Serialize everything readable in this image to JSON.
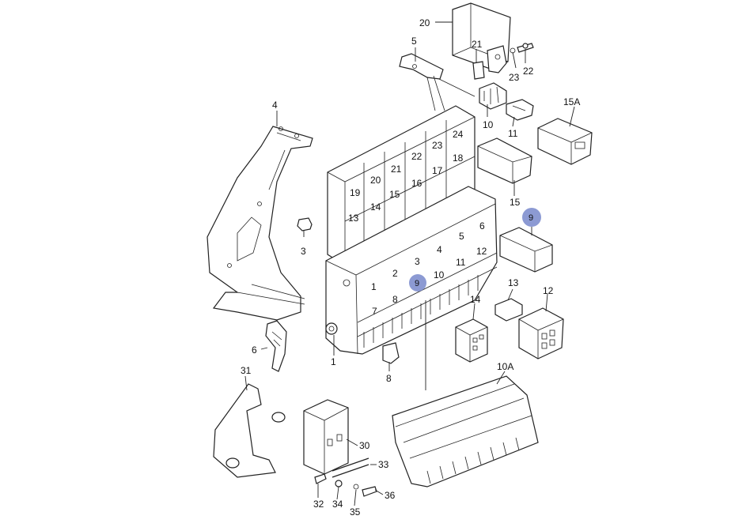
{
  "callouts": {
    "c1": "1",
    "c3": "3",
    "c4": "4",
    "c5": "5",
    "c6": "6",
    "c8": "8",
    "c9": "9",
    "c10": "10",
    "c10a": "10A",
    "c11": "11",
    "c12": "12",
    "c13": "13",
    "c14": "14",
    "c15": "15",
    "c15a": "15A",
    "c20": "20",
    "c21": "21",
    "c22": "22",
    "c23": "23",
    "c30": "30",
    "c31": "31",
    "c32": "32",
    "c33": "33",
    "c34": "34",
    "c35": "35",
    "c36": "36"
  },
  "slot_labels": {
    "s1": "1",
    "s2": "2",
    "s3": "3",
    "s4": "4",
    "s5": "5",
    "s6": "6",
    "s7": "7",
    "s8": "8",
    "s9": "9",
    "s10": "10",
    "s11": "11",
    "s12": "12",
    "s13": "13",
    "s14": "14",
    "s15": "15",
    "s16": "16",
    "s17": "17",
    "s18": "18",
    "s19": "19",
    "s20": "20",
    "s21": "21",
    "s22": "22",
    "s23": "23",
    "s24": "24"
  },
  "highlight": {
    "color": "#7f8fce",
    "marker_label": "9"
  }
}
